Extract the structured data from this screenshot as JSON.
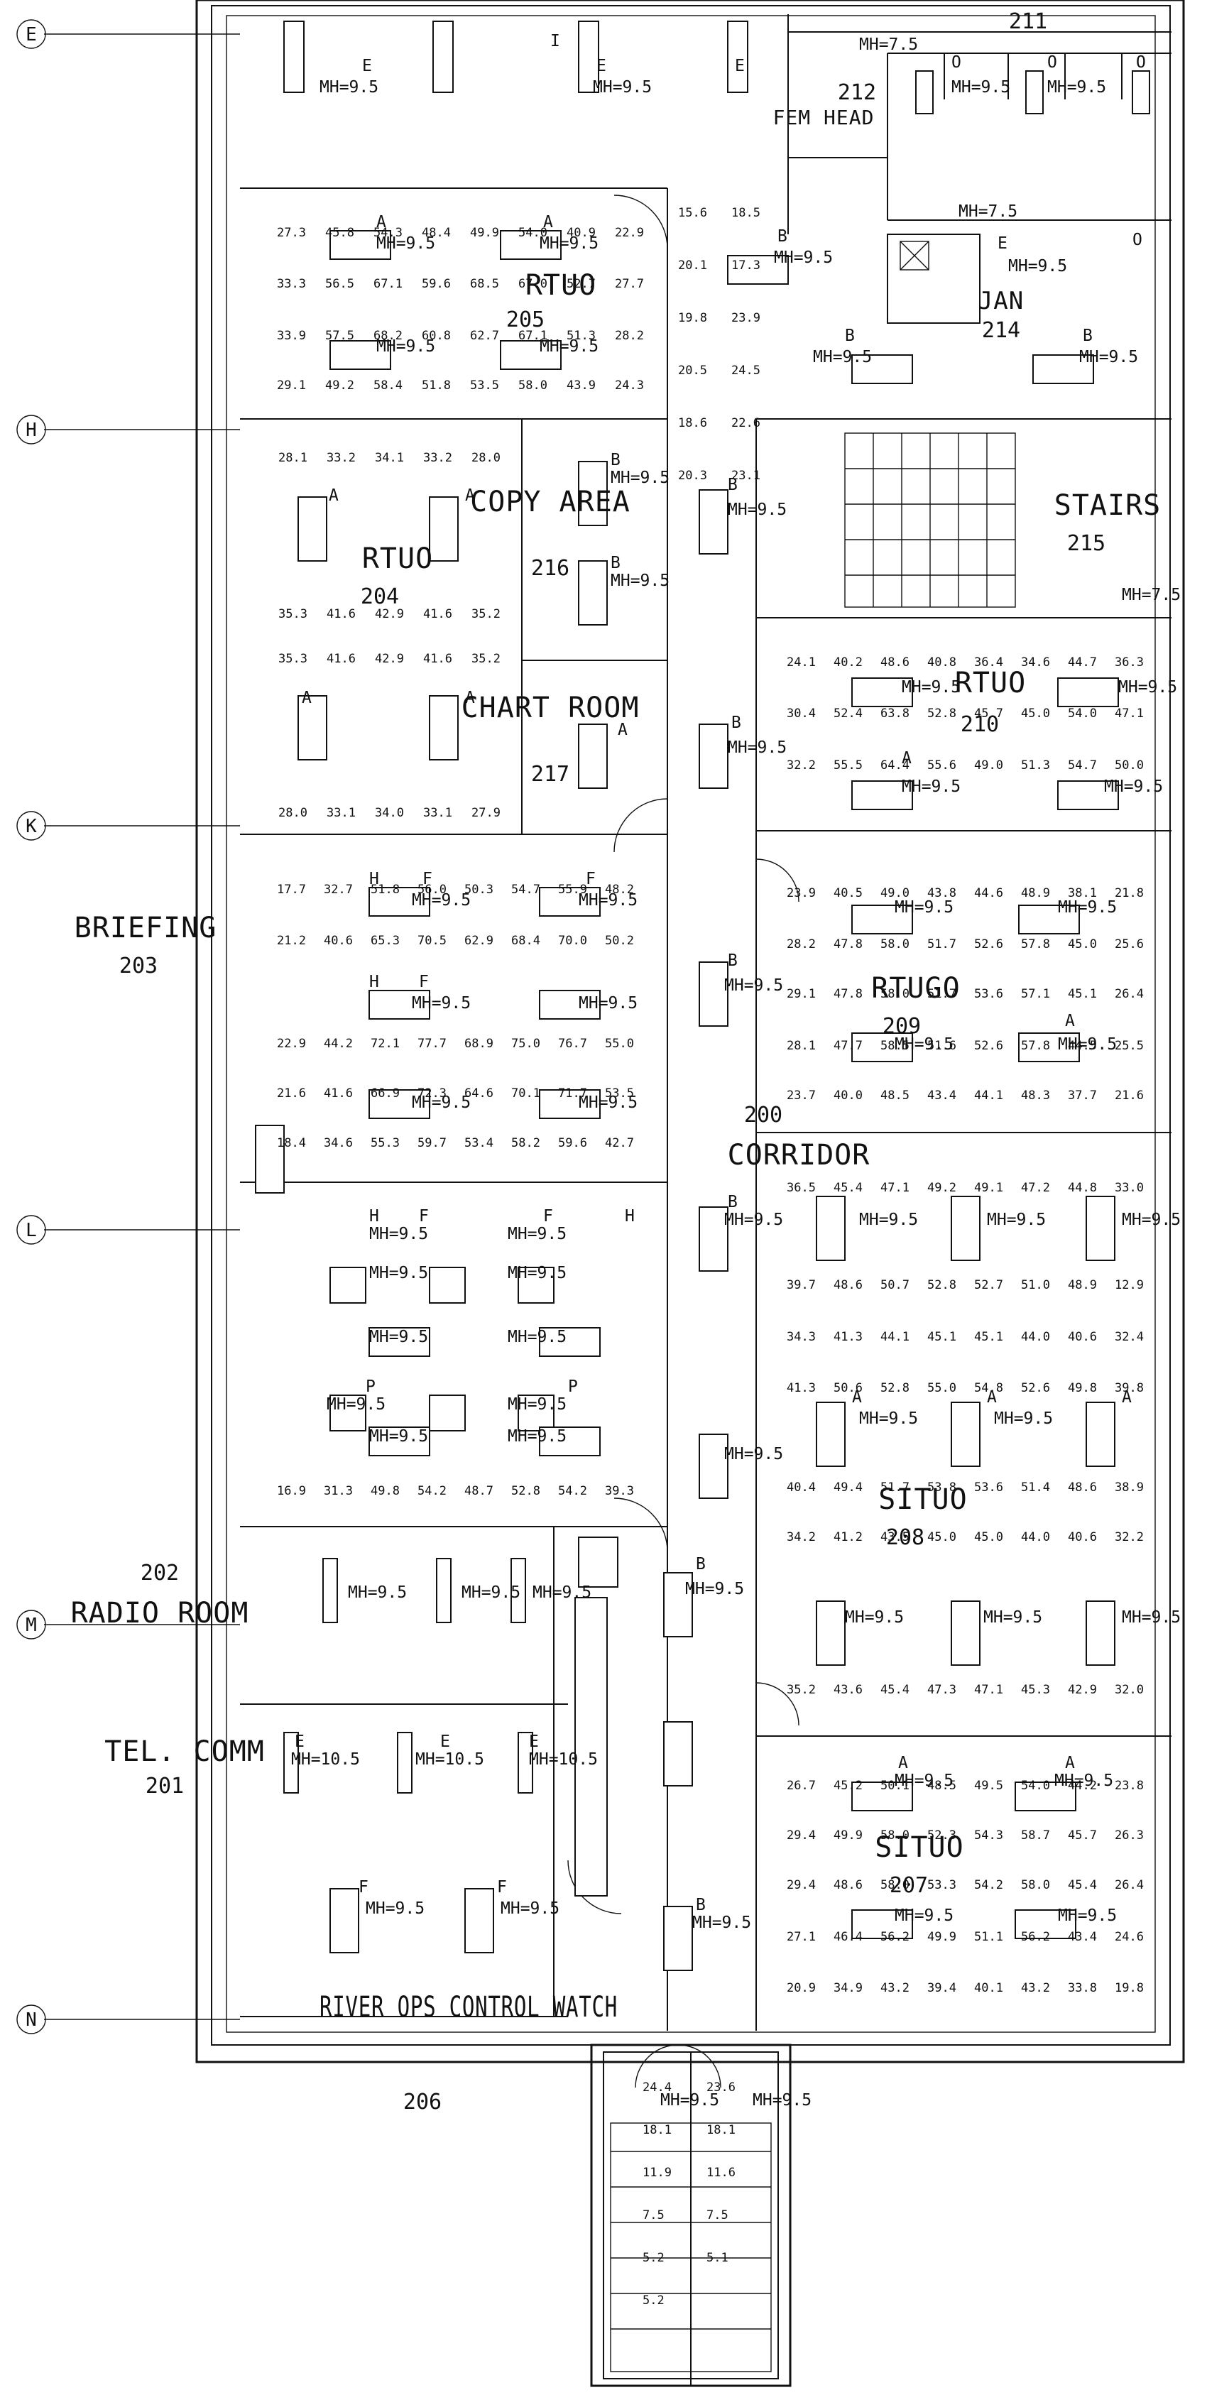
{
  "rooms": [
    {
      "id": "fem-head",
      "name": "FEM HEAD",
      "number": "212"
    },
    {
      "id": "jan",
      "name": "JAN",
      "number": "214"
    },
    {
      "id": "rtuo-205",
      "name": "RTUO",
      "number": "205"
    },
    {
      "id": "rtuo-204",
      "name": "RTUO",
      "number": "204"
    },
    {
      "id": "copy-area",
      "name": "COPY AREA",
      "number": "216"
    },
    {
      "id": "chart-room",
      "name": "CHART ROOM",
      "number": "217"
    },
    {
      "id": "stairs",
      "name": "STAIRS",
      "number": "215"
    },
    {
      "id": "rtuo-210",
      "name": "RTUO",
      "number": "210"
    },
    {
      "id": "briefing",
      "name": "BRIEFING",
      "number": "203"
    },
    {
      "id": "rtugo",
      "name": "RTUGO",
      "number": "209"
    },
    {
      "id": "corridor",
      "name": "CORRIDOR",
      "number": "200"
    },
    {
      "id": "situo-208",
      "name": "SITUO",
      "number": "208"
    },
    {
      "id": "radio-room",
      "name": "RADIO ROOM",
      "number": "202"
    },
    {
      "id": "tel-comm",
      "name": "TEL. COMM",
      "number": "201"
    },
    {
      "id": "situo-207",
      "name": "SITUO",
      "number": "207"
    },
    {
      "id": "river-ops",
      "name": "RIVER OPS CONTROL WATCH",
      "number": "206"
    },
    {
      "id": "top-room",
      "name": "",
      "number": "211"
    }
  ],
  "grid_lines": [
    "E",
    "H",
    "K",
    "L",
    "M",
    "N"
  ],
  "mounting_heights": [
    "MH=9.5",
    "MH=7.5",
    "MH=10.5"
  ],
  "fixture_types": [
    "A",
    "B",
    "E",
    "F",
    "H",
    "I",
    "O",
    "P"
  ],
  "illuminance_rows": [
    {
      "id": "r205a",
      "values": [
        "27.3",
        "45.8",
        "54.3",
        "48.4",
        "49.9",
        "54.0",
        "40.9",
        "22.9"
      ]
    },
    {
      "id": "r205b",
      "values": [
        "33.3",
        "56.5",
        "67.1",
        "59.6",
        "68.5",
        "67.0",
        "52.7",
        "27.7"
      ]
    },
    {
      "id": "r205c",
      "values": [
        "33.9",
        "57.5",
        "68.2",
        "60.8",
        "62.7",
        "67.1",
        "51.3",
        "28.2"
      ]
    },
    {
      "id": "r205d",
      "values": [
        "29.1",
        "49.2",
        "58.4",
        "51.8",
        "53.5",
        "58.0",
        "43.9",
        "24.3"
      ]
    },
    {
      "id": "r204a",
      "values": [
        "28.1",
        "33.2",
        "34.1",
        "33.2",
        "28.0"
      ]
    },
    {
      "id": "r204b",
      "values": [
        "35.3",
        "41.6",
        "42.9",
        "41.6",
        "35.2"
      ]
    },
    {
      "id": "r204c",
      "values": [
        "35.3",
        "41.6",
        "42.9",
        "41.6",
        "35.2"
      ]
    },
    {
      "id": "r204d",
      "values": [
        "28.0",
        "33.1",
        "34.0",
        "33.1",
        "27.9"
      ]
    },
    {
      "id": "r203a",
      "values": [
        "17.7",
        "32.7",
        "51.8",
        "56.0",
        "50.3",
        "54.7",
        "55.9",
        "48.2"
      ]
    },
    {
      "id": "r203b",
      "values": [
        "21.2",
        "40.6",
        "65.3",
        "70.5",
        "62.9",
        "68.4",
        "70.0",
        "50.2"
      ]
    },
    {
      "id": "r203c",
      "values": [
        "22.9",
        "44.2",
        "72.1",
        "77.7",
        "68.9",
        "75.0",
        "76.7",
        "55.0"
      ]
    },
    {
      "id": "r203d",
      "values": [
        "21.6",
        "41.6",
        "66.9",
        "72.3",
        "64.6",
        "70.1",
        "71.7",
        "53.5"
      ]
    },
    {
      "id": "r203e",
      "values": [
        "18.4",
        "34.6",
        "55.3",
        "59.7",
        "53.4",
        "58.2",
        "59.6",
        "42.7"
      ]
    },
    {
      "id": "r202a",
      "values": [
        "16.9",
        "31.3",
        "49.8",
        "54.2",
        "48.7",
        "52.8",
        "54.2",
        "39.3"
      ]
    },
    {
      "id": "r210a",
      "values": [
        "24.1",
        "40.2",
        "48.6",
        "40.8",
        "36.4",
        "34.6",
        "44.7",
        "36.3"
      ]
    },
    {
      "id": "r210b",
      "values": [
        "30.4",
        "52.4",
        "63.8",
        "52.8",
        "45.7",
        "45.0",
        "54.0",
        "47.1"
      ]
    },
    {
      "id": "r210c",
      "values": [
        "32.2",
        "55.5",
        "64.4",
        "55.6",
        "49.0",
        "51.3",
        "54.7",
        "50.0"
      ]
    },
    {
      "id": "r209a",
      "values": [
        "23.9",
        "40.5",
        "49.0",
        "43.8",
        "44.6",
        "48.9",
        "38.1",
        "21.8"
      ]
    },
    {
      "id": "r209b",
      "values": [
        "28.2",
        "47.8",
        "58.0",
        "51.7",
        "52.6",
        "57.8",
        "45.0",
        "25.6"
      ]
    },
    {
      "id": "r209c",
      "values": [
        "29.1",
        "47.8",
        "58.0",
        "51.7",
        "53.6",
        "57.1",
        "45.1",
        "26.4"
      ]
    },
    {
      "id": "r209d",
      "values": [
        "28.1",
        "47.7",
        "58.5",
        "51.6",
        "52.6",
        "57.8",
        "44.5",
        "25.5"
      ]
    },
    {
      "id": "r209e",
      "values": [
        "23.7",
        "40.0",
        "48.5",
        "43.4",
        "44.1",
        "48.3",
        "37.7",
        "21.6"
      ]
    },
    {
      "id": "r208a",
      "values": [
        "36.5",
        "45.4",
        "47.1",
        "49.2",
        "49.1",
        "47.2",
        "44.8",
        "33.0"
      ]
    },
    {
      "id": "r208b",
      "values": [
        "39.7",
        "48.6",
        "50.7",
        "52.8",
        "52.7",
        "51.0",
        "48.9",
        "12.9"
      ]
    },
    {
      "id": "r208c",
      "values": [
        "34.3",
        "41.3",
        "44.1",
        "45.1",
        "45.1",
        "44.0",
        "40.6",
        "32.4"
      ]
    },
    {
      "id": "r208d",
      "values": [
        "41.3",
        "50.6",
        "52.8",
        "55.0",
        "54.8",
        "52.6",
        "49.8",
        "39.8"
      ]
    },
    {
      "id": "r208e",
      "values": [
        "40.4",
        "49.4",
        "51.7",
        "53.8",
        "53.6",
        "51.4",
        "48.6",
        "38.9"
      ]
    },
    {
      "id": "r208f",
      "values": [
        "34.2",
        "41.2",
        "43.5",
        "45.0",
        "45.0",
        "44.0",
        "40.6",
        "32.2"
      ]
    },
    {
      "id": "r208g",
      "values": [
        "35.2",
        "43.6",
        "45.4",
        "47.3",
        "47.1",
        "45.3",
        "42.9",
        "32.0"
      ]
    },
    {
      "id": "r207a",
      "values": [
        "26.7",
        "45.2",
        "50.1",
        "48.5",
        "49.5",
        "54.0",
        "44.2",
        "23.8"
      ]
    },
    {
      "id": "r207b",
      "values": [
        "29.4",
        "49.9",
        "58.0",
        "52.3",
        "54.3",
        "58.7",
        "45.7",
        "26.3"
      ]
    },
    {
      "id": "r207c",
      "values": [
        "29.4",
        "48.6",
        "58.0",
        "53.3",
        "54.2",
        "58.0",
        "45.4",
        "26.4"
      ]
    },
    {
      "id": "r207d",
      "values": [
        "27.1",
        "46.4",
        "56.2",
        "49.9",
        "51.1",
        "56.2",
        "43.4",
        "24.6"
      ]
    },
    {
      "id": "r207e",
      "values": [
        "20.9",
        "34.9",
        "43.2",
        "39.4",
        "40.1",
        "43.2",
        "33.8",
        "19.8"
      ]
    },
    {
      "id": "rcor",
      "values": [
        "15.6",
        "18.5",
        "20.1",
        "17.3",
        "19.8",
        "23.9",
        "20.5",
        "24.5",
        "18.6",
        "22.6",
        "20.3",
        "23.1"
      ]
    },
    {
      "id": "rstair",
      "values": [
        "24.4",
        "23.6",
        "18.1",
        "18.1",
        "11.9",
        "11.6",
        "7.5",
        "7.5",
        "5.2",
        "5.1",
        "5.2"
      ]
    }
  ]
}
